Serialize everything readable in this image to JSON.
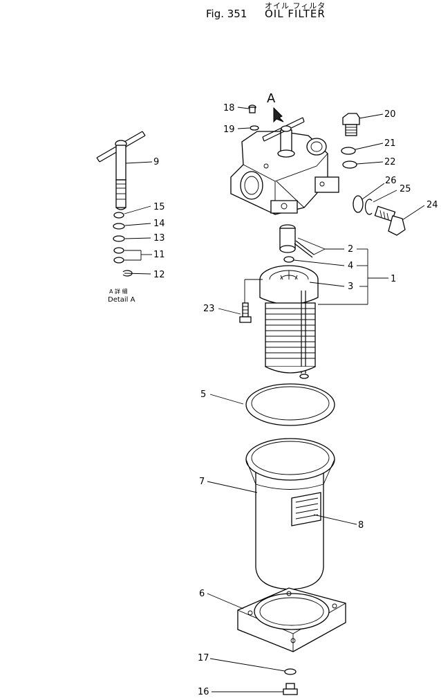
{
  "figure": {
    "title_jp": "オイル フィルタ",
    "fig_number": "Fig. 351",
    "title": "OIL  FILTER",
    "view_marker": "A"
  },
  "detail": {
    "label_jp": "A 詳 細",
    "label_en": "Detail A"
  },
  "callouts": {
    "p1": "1",
    "p2": "2",
    "p3": "3",
    "p4": "4",
    "p5": "5",
    "p6": "6",
    "p7": "7",
    "p8": "8",
    "p9": "9",
    "p11": "11",
    "p12": "12",
    "p13": "13",
    "p14": "14",
    "p15": "15",
    "p16": "16",
    "p17": "17",
    "p18": "18",
    "p19": "19",
    "p20": "20",
    "p21": "21",
    "p22": "22",
    "p23": "23",
    "p24": "24",
    "p25": "25",
    "p26": "26"
  }
}
